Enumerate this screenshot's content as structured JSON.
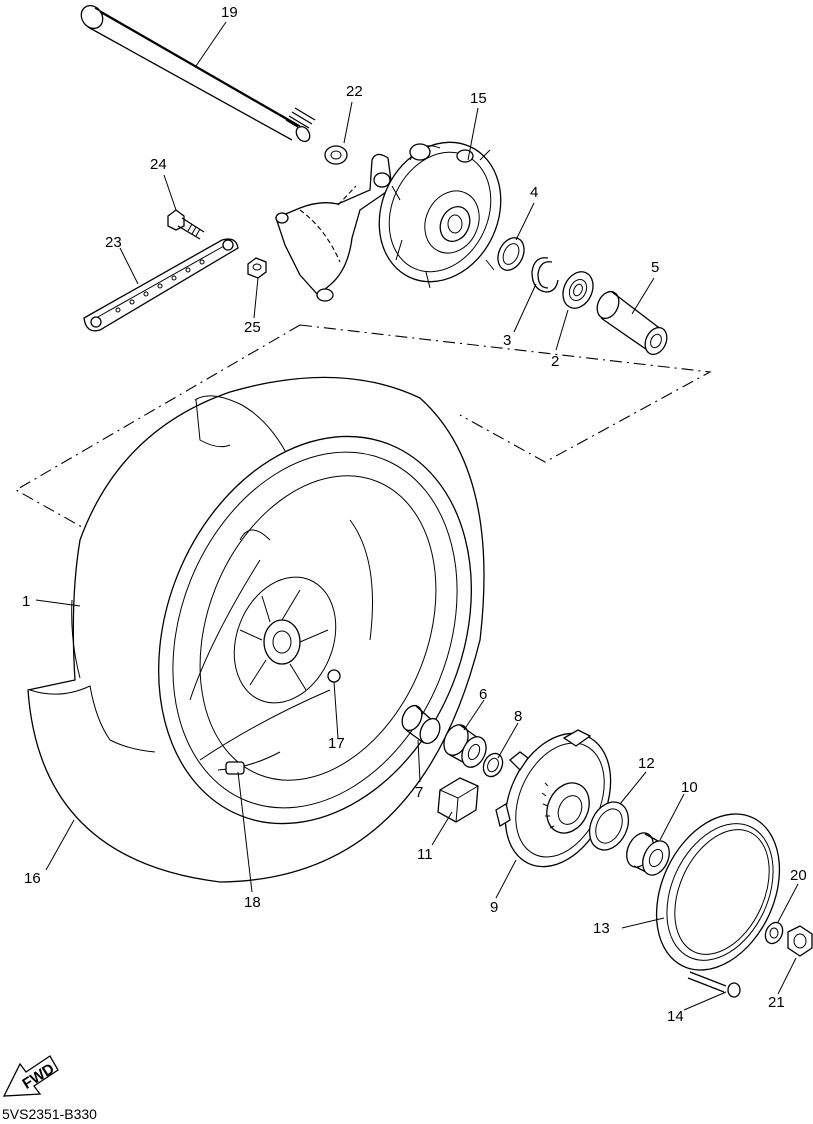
{
  "diagram": {
    "code": "5VS2351-B330",
    "fwd_label": "FWD",
    "callouts": {
      "c1": "1",
      "c2": "2",
      "c3": "3",
      "c4": "4",
      "c5": "5",
      "c6": "6",
      "c7": "7",
      "c8": "8",
      "c9": "9",
      "c10": "10",
      "c11": "11",
      "c12": "12",
      "c13": "13",
      "c14": "14",
      "c15": "15",
      "c16": "16",
      "c17": "17",
      "c18": "18",
      "c19": "19",
      "c20": "20",
      "c21": "21",
      "c22": "22",
      "c23": "23",
      "c24": "24",
      "c25": "25"
    }
  }
}
